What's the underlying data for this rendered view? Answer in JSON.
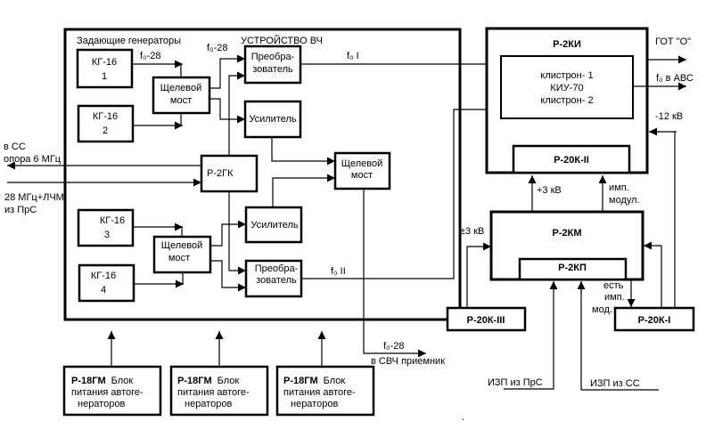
{
  "vch_device": {
    "title": "УСТРОЙСТВО ВЧ",
    "master_gen_label": "Задающие генераторы",
    "kg1": [
      "КГ-16",
      "1"
    ],
    "kg2": [
      "КГ-16",
      "2"
    ],
    "kg3": [
      "КГ-16",
      "3"
    ],
    "kg4": [
      "КГ-16",
      "4"
    ],
    "bridge_top": [
      "Щелевой",
      "мост"
    ],
    "bridge_bottom": [
      "Щелевой",
      "мост"
    ],
    "bridge_mid": [
      "Щелевой",
      "мост"
    ],
    "conv_top": [
      "Преобра-",
      "зователь"
    ],
    "conv_bottom": [
      "Преобра-",
      "зователь"
    ],
    "amp_top": "Усилитель",
    "amp_bottom": "Усилитель",
    "r2gk": "Р-2ГК",
    "f_kg1": "f₀-28",
    "f_conv": "f₀-28",
    "f0_1": "f₀ I",
    "f0_2": "f₀ II"
  },
  "external": {
    "to_ss": [
      "в СС",
      "опора 6 МГц"
    ],
    "from_prs": [
      "28 МГц+ЛЧМ",
      "из ПрС"
    ],
    "to_receiver_freq": "f₀-28",
    "to_receiver": "в СВЧ приемник"
  },
  "power_units": [
    {
      "code": "Р-18ГМ",
      "text1": "Блок",
      "text2": "питания автоге-",
      "text3": "нераторов"
    },
    {
      "code": "Р-18ГМ",
      "text1": "Блок",
      "text2": "питания автоге-",
      "text3": "нераторов"
    },
    {
      "code": "Р-18ГМ",
      "text1": "Блок",
      "text2": "питания автоге-",
      "text3": "нераторов"
    }
  ],
  "r2ki": {
    "title": "Р-2КИ",
    "klystron": [
      "клистрон- 1",
      "КИУ-70",
      "клистрон- 2"
    ],
    "r20k2": "Р-20К-II",
    "got_o": "ГОТ \"О\"",
    "f0_abc": "f₀  в АВС",
    "minus12kv": "-12 кВ"
  },
  "r2km": {
    "title": "Р-2КМ",
    "r2kp": "Р-2КП",
    "plus3kv": "+3 кВ",
    "imp_modul": [
      "имп.",
      "модул."
    ],
    "pm3kv": "±3 кВ",
    "est_imp_mod": [
      "есть",
      "имп.",
      "мод."
    ],
    "r20k3": "Р-20К-III",
    "r20k1": "Р-20К-I",
    "izp_prs": "ИЗП из ПрС",
    "izp_ss": "ИЗП из СС"
  },
  "footer_dot": "."
}
